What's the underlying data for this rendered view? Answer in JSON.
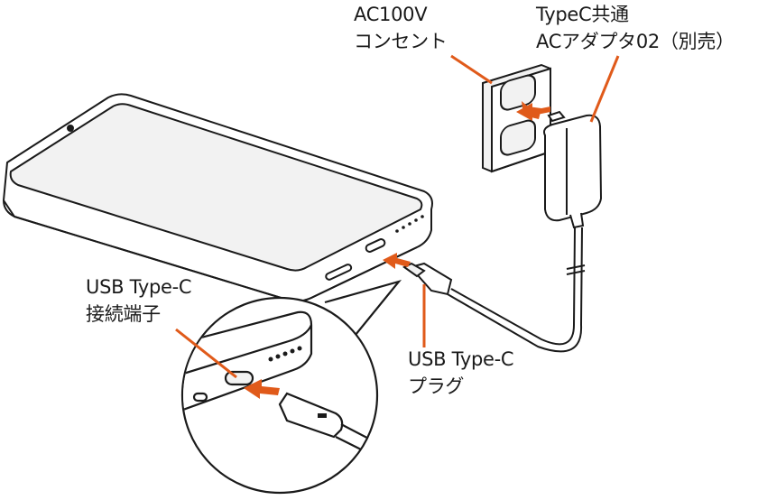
{
  "labels": {
    "outlet_line1": "AC100V",
    "outlet_line2": "コンセント",
    "adapter_line1": "TypeC共通",
    "adapter_line2": "ACアダプタ02（別売）",
    "port_line1": "USB Type-C",
    "port_line2": "接続端子",
    "plug_line1": "USB Type-C",
    "plug_line2": "プラグ"
  },
  "colors": {
    "accent": "#e05a1a",
    "line": "#1a1a1a",
    "fill": "#f2f2f2"
  }
}
